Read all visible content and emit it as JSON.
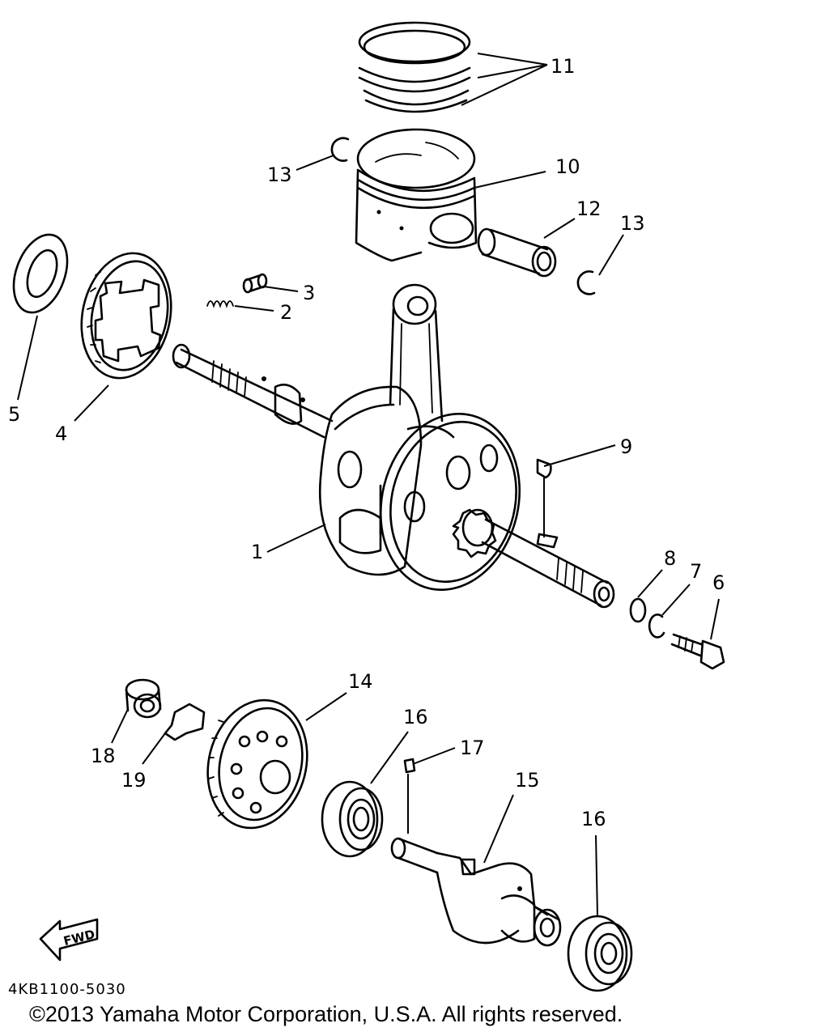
{
  "callouts": {
    "c1": "1",
    "c2": "2",
    "c3": "3",
    "c4": "4",
    "c5": "5",
    "c6": "6",
    "c7": "7",
    "c8": "8",
    "c9": "9",
    "c10": "10",
    "c11": "11",
    "c12": "12",
    "c13a": "13",
    "c13b": "13",
    "c14": "14",
    "c15": "15",
    "c16a": "16",
    "c16b": "16",
    "c17": "17",
    "c18": "18",
    "c19": "19"
  },
  "fwd_label": "FWD",
  "diagram_code": "4KB1100-5030",
  "copyright": "©2013 Yamaha Motor Corporation, U.S.A. All rights reserved."
}
